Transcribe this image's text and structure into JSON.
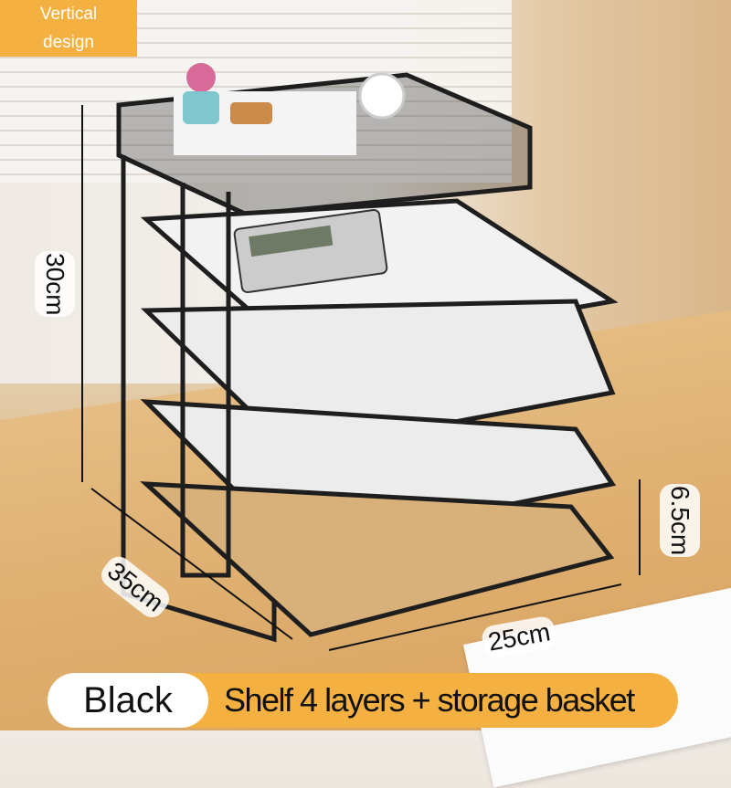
{
  "badge": {
    "line1": "Vertical",
    "line2": "design"
  },
  "dimensions": {
    "height": "30cm",
    "depth": "35cm",
    "width": "25cm",
    "layer_gap": "6.5cm"
  },
  "footer": {
    "color_label": "Black",
    "description": "Shelf 4 layers + storage basket"
  },
  "colors": {
    "accent": "#f5b042",
    "frame": "#1e1e1e"
  }
}
